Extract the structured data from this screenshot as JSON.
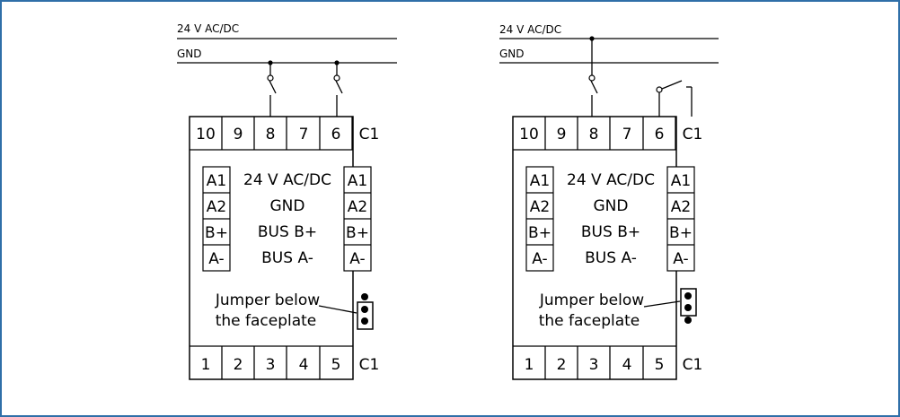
{
  "lines": {
    "supply": "24 V AC/DC",
    "ground": "GND"
  },
  "terminals": {
    "top": [
      "10",
      "9",
      "8",
      "7",
      "6",
      "C1"
    ],
    "bottom": [
      "1",
      "2",
      "3",
      "4",
      "5",
      "C1"
    ]
  },
  "pins": [
    {
      "code": "A1",
      "label": "24 V AC/DC"
    },
    {
      "code": "A2",
      "label": "GND"
    },
    {
      "code": "B+",
      "label": "BUS B+"
    },
    {
      "code": "A-",
      "label": "BUS A-"
    }
  ],
  "jumper": {
    "line1": "Jumper below",
    "line2": "the faceplate"
  }
}
